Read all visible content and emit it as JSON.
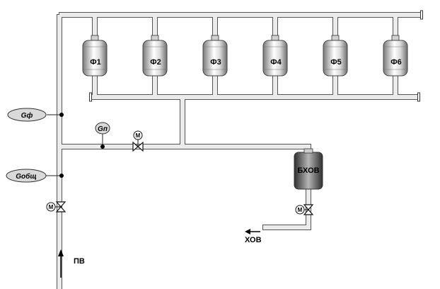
{
  "tanks": [
    {
      "id": "F1",
      "label": "Ф1"
    },
    {
      "id": "F2",
      "label": "Ф2"
    },
    {
      "id": "F3",
      "label": "Ф3"
    },
    {
      "id": "F4",
      "label": "Ф4"
    },
    {
      "id": "F5",
      "label": "Ф5"
    },
    {
      "id": "F6",
      "label": "Ф6"
    }
  ],
  "buffer_tank": {
    "label": "БХОВ"
  },
  "instruments": {
    "flow_filters": "Gф",
    "flow_total": "Gобщ",
    "flow_bypass": "Gп"
  },
  "motor_label": "М",
  "streams": {
    "inlet": "ПВ",
    "chemical_water": "ХОВ"
  },
  "colors": {
    "pipe_fill": "#ebebeb",
    "pipe_outline": "#555555",
    "tank_light": "#ffffff",
    "tank_mid": "#d8d8d8",
    "tank_dark": "#7a7a7a",
    "buffer_dark": "#3a3a3a",
    "buffer_mid": "#9a9a9a"
  }
}
